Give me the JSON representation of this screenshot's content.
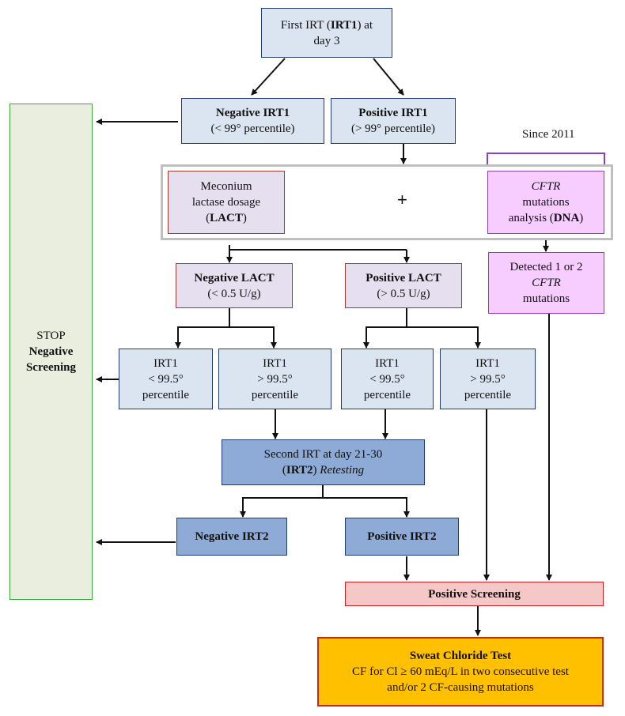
{
  "nodes": {
    "first_irt": {
      "pre": "First IRT (",
      "bold": "IRT1",
      "post": ") at",
      "line2": "day 3"
    },
    "neg_irt1": {
      "title": "Negative IRT1",
      "sub": "(< 99° percentile)"
    },
    "pos_irt1": {
      "title": "Positive IRT1",
      "sub": "(> 99° percentile)"
    },
    "lact": {
      "line1": "Meconium",
      "line2": "lactase dosage",
      "pre": "(",
      "bold": "LACT",
      "post": ")"
    },
    "plus": "+",
    "since": "Since 2011",
    "cftr": {
      "italic": "CFTR",
      "line2": "mutations",
      "pre": "analysis (",
      "bold": "DNA",
      "post": ")"
    },
    "detected": {
      "line1": "Detected 1 or 2",
      "italic": "CFTR",
      "line3": "mutations"
    },
    "neg_lact": {
      "title": "Negative LACT",
      "sub": "(< 0.5 U/g)"
    },
    "pos_lact": {
      "title": "Positive LACT",
      "sub": "(> 0.5 U/g)"
    },
    "irt1_a": {
      "l1": "IRT1",
      "l2": "< 99.5°",
      "l3": "percentile"
    },
    "irt1_b": {
      "l1": "IRT1",
      "l2": "> 99.5°",
      "l3": "percentile"
    },
    "irt1_c": {
      "l1": "IRT1",
      "l2": "< 99.5°",
      "l3": "percentile"
    },
    "irt1_d": {
      "l1": "IRT1",
      "l2": "> 99.5°",
      "l3": "percentile"
    },
    "second_irt": {
      "line1": "Second IRT at day 21-30",
      "pre": "(",
      "bold": "IRT2",
      "post": ") ",
      "italic": "Retesting"
    },
    "neg_irt2": {
      "title": "Negative IRT2"
    },
    "pos_irt2": {
      "title": "Positive IRT2"
    },
    "stop": {
      "line1": "STOP",
      "bold1": "Negative",
      "bold2": "Screening"
    },
    "pos_screen": {
      "title": "Positive Screening"
    },
    "sweat": {
      "title": "Sweat Chloride Test",
      "line2": "CF for Cl ≥ 60 mEq/L in two consecutive test",
      "line3": "and/or 2 CF-causing mutations"
    }
  },
  "colors": {
    "blue_light": "#dbe5f1",
    "blue_mid": "#8eaad6",
    "lilac": "#e6dff0",
    "pink": "#f7ccff",
    "salmon": "#f6c7c7",
    "orange": "#ffc000",
    "green": "#e9eedf",
    "grey_border": "#bfbfbf",
    "purple_bracket": "#8a3fbf"
  }
}
